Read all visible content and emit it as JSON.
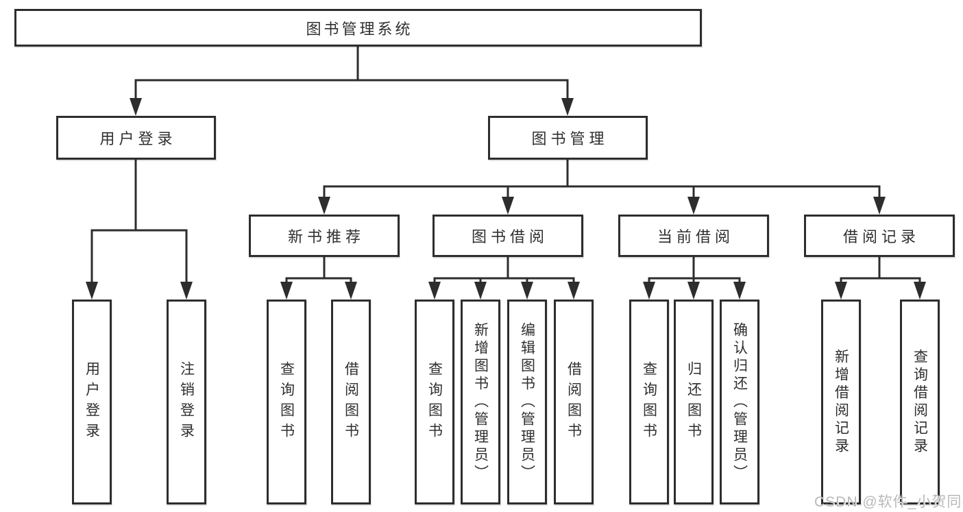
{
  "nodes": {
    "root": "图书管理系统",
    "user_login": "用户登录",
    "book_management": "图书管理",
    "new_book_recommend": "新书推荐",
    "book_borrow": "图书借阅",
    "current_borrow": "当前借阅",
    "borrow_records": "借阅记录"
  },
  "leaves": {
    "user_login": "用户登录",
    "logout": "注销登录",
    "query_book_recommend": "查询图书",
    "borrow_book_recommend": "借阅图书",
    "query_book_borrow": "查询图书",
    "add_book_admin": "新增图书（管理员）",
    "edit_book_admin": "编辑图书（管理员）",
    "borrow_book": "借阅图书",
    "query_book_current": "查询图书",
    "return_book": "归还图书",
    "confirm_return_admin": "确认归还（管理员）",
    "add_borrow_record": "新增借阅记录",
    "query_borrow_record": "查询借阅记录"
  },
  "watermark": "CSDN @软件_小贺同学",
  "colors": {
    "line": "#2d2d2d",
    "text": "#2f2f2f",
    "background": "#ffffff",
    "watermark": "#b9b9b9"
  }
}
